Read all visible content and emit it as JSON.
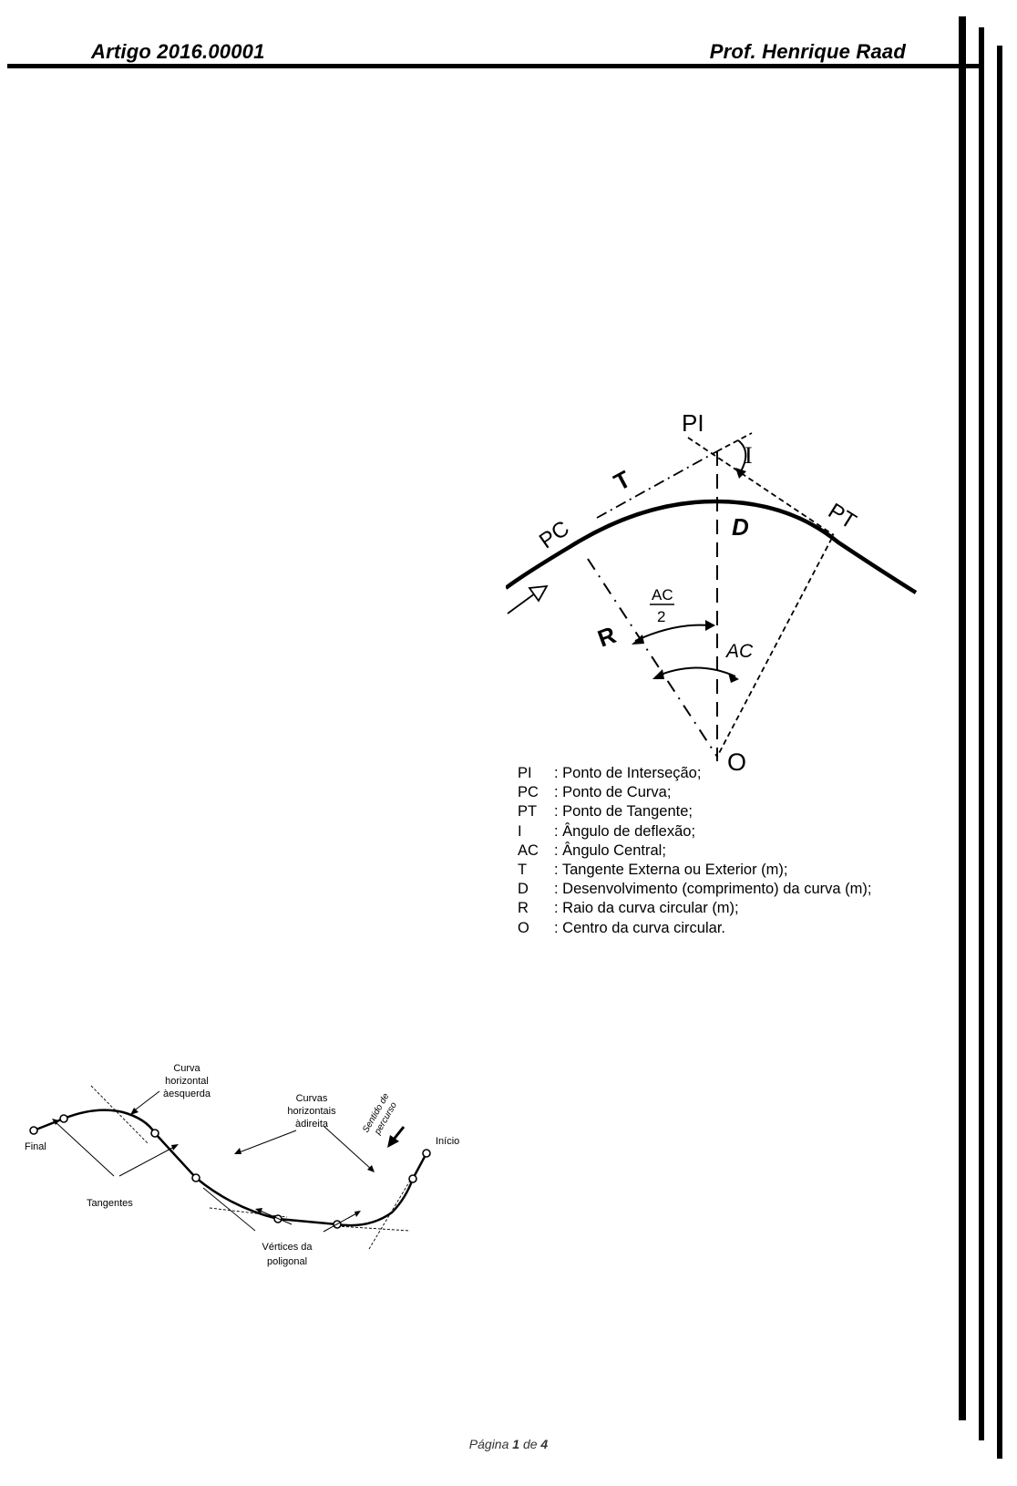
{
  "header": {
    "left": "Artigo 2016.00001",
    "right": "Prof. Henrique Raad"
  },
  "curve_figure": {
    "labels": {
      "pi": "PI",
      "i": "I",
      "t": "T",
      "pc": "PC",
      "d": "D",
      "pt": "PT",
      "ac_num": "AC",
      "ac_den": "2",
      "r": "R",
      "ac": "AC",
      "o": "O"
    }
  },
  "legend": [
    {
      "key": "PI",
      "desc": ": Ponto de Interseção;"
    },
    {
      "key": "PC",
      "desc": ": Ponto de Curva;"
    },
    {
      "key": "PT",
      "desc": ": Ponto de Tangente;"
    },
    {
      "key": "I",
      "desc": ": Ângulo de deflexão;"
    },
    {
      "key": "AC",
      "desc": ": Ângulo Central;"
    },
    {
      "key": "T",
      "desc": ": Tangente Externa ou Exterior (m);"
    },
    {
      "key": "D",
      "desc": ": Desenvolvimento (comprimento) da curva (m);"
    },
    {
      "key": "R",
      "desc": ": Raio da curva circular (m);"
    },
    {
      "key": "O",
      "desc": ": Centro da curva circular."
    }
  ],
  "alignment_figure": {
    "curva_esq": [
      "Curva",
      "horizontal",
      "àesquerda"
    ],
    "curvas_dir": [
      "Curvas",
      "horizontais",
      "àdireita"
    ],
    "sentido": [
      "Sentido de",
      "percurso"
    ],
    "final": "Final",
    "inicio": "Início",
    "tangentes": "Tangentes",
    "vertices": [
      "Vértices da",
      "poligonal"
    ]
  },
  "footer": {
    "prefix": "Página ",
    "page": "1",
    "middle": " de ",
    "total": "4"
  }
}
